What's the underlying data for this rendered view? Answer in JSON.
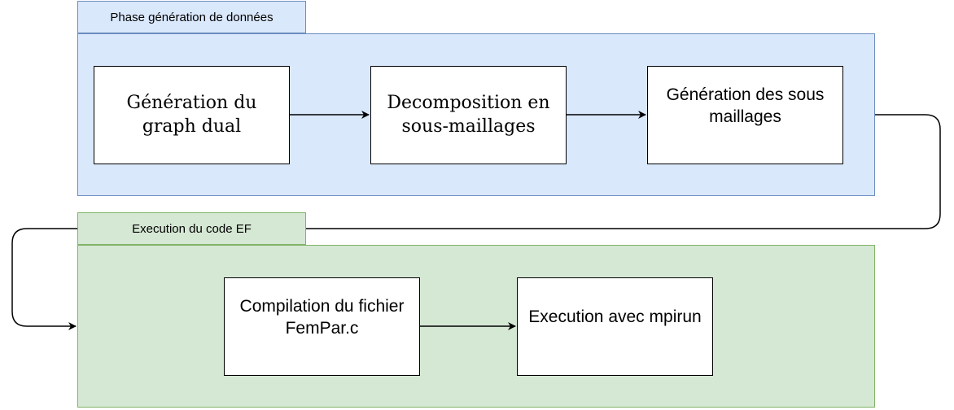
{
  "groups": {
    "data_generation": {
      "label": "Phase génération de données",
      "fill": "#dae8fc",
      "stroke": "#6c8ebf"
    },
    "execution": {
      "label": "Execution du code EF",
      "fill": "#d5e8d4",
      "stroke": "#82b366"
    }
  },
  "nodes": {
    "dual_graph": "Génération du graph dual",
    "decomposition": "Decomposition en sous-maillages",
    "submesh_generation": "Génération des sous maillages",
    "compilation": "Compilation du fichier FemPar.c",
    "execution_mpirun": "Execution avec mpirun"
  },
  "edges": [
    {
      "from": "dual_graph",
      "to": "decomposition"
    },
    {
      "from": "decomposition",
      "to": "submesh_generation"
    },
    {
      "from": "data_generation",
      "to": "execution"
    },
    {
      "from": "compilation",
      "to": "execution_mpirun"
    }
  ]
}
